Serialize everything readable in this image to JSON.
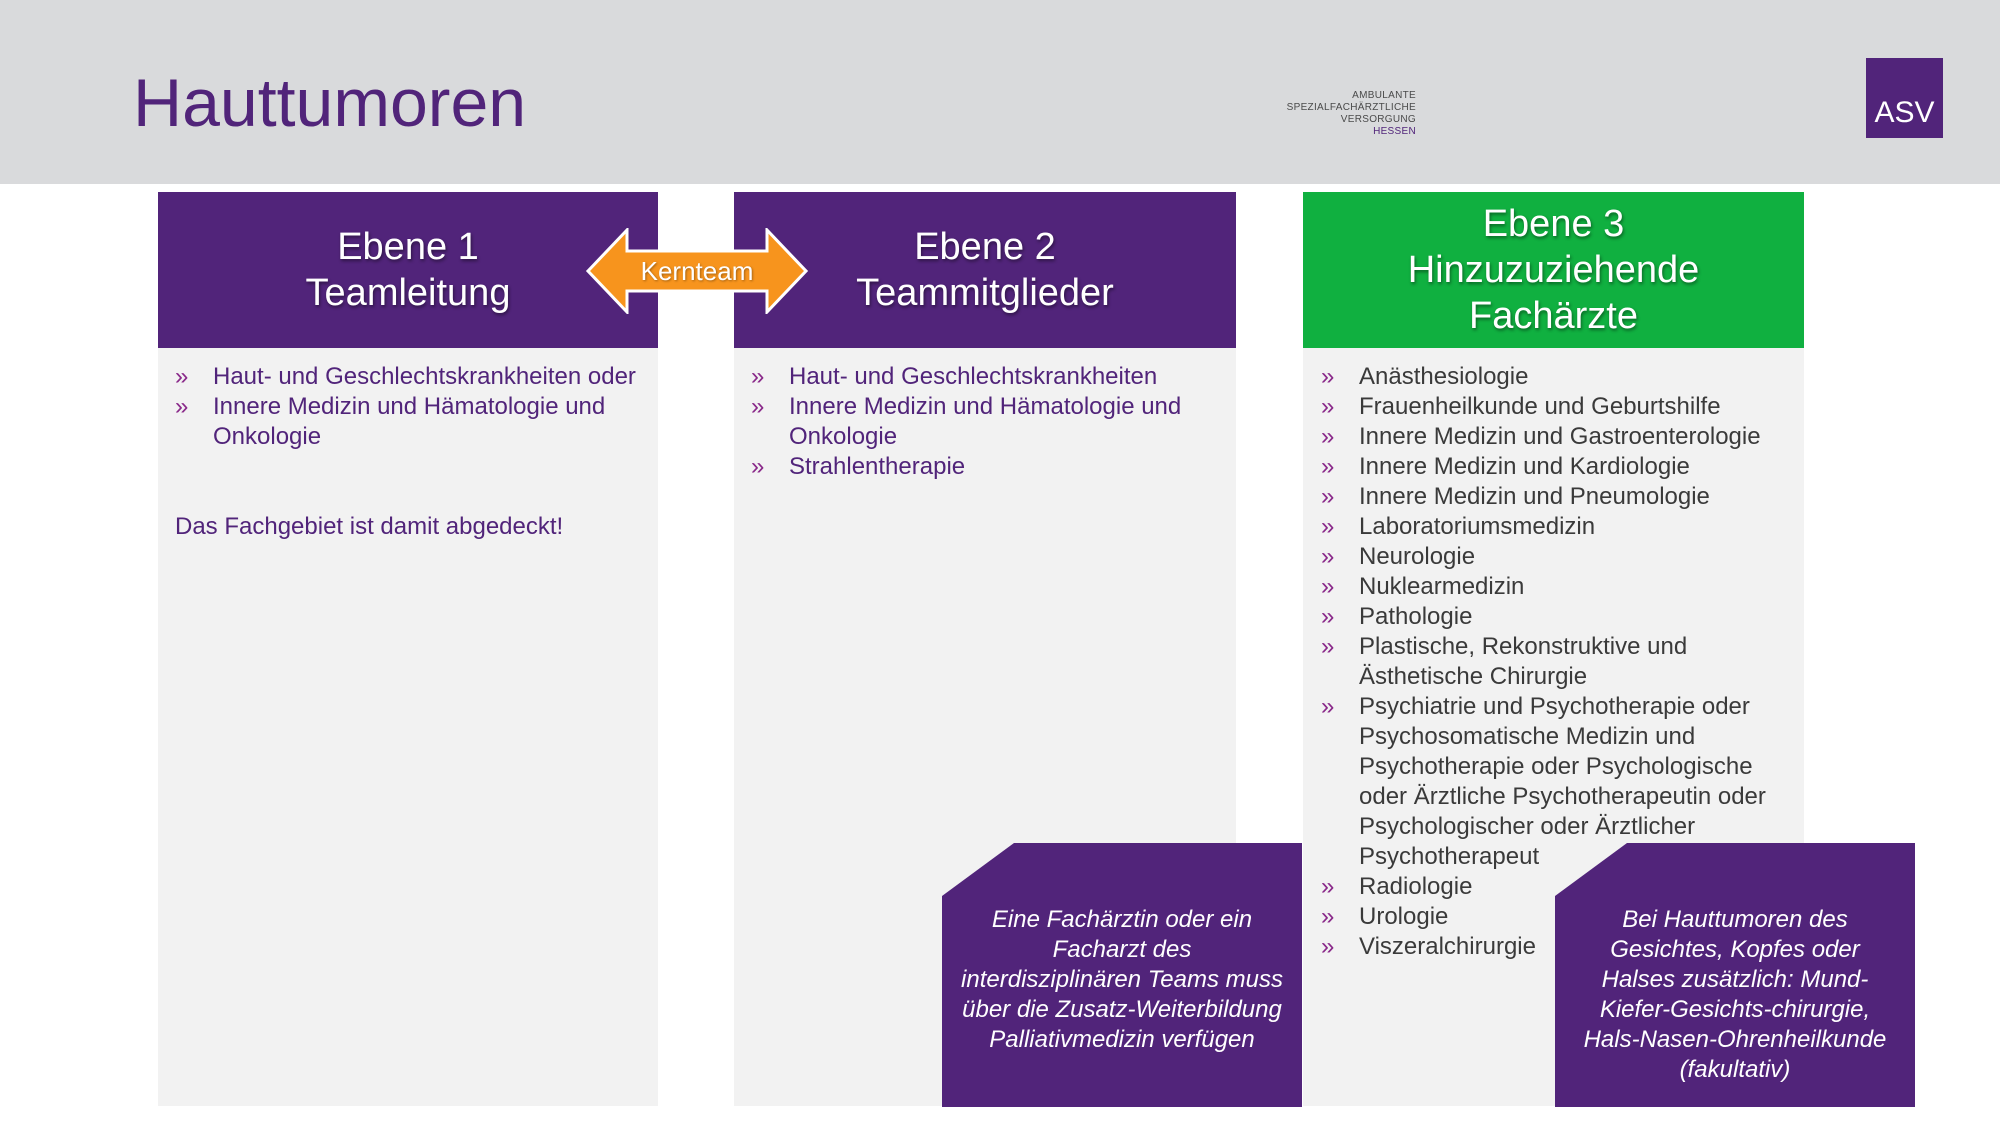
{
  "header": {
    "title": "Hauttumoren",
    "logo": {
      "lines": [
        "AMBULANTE",
        "SPEZIALFACHÄRZTLICHE",
        "VERSORGUNG",
        "HESSEN"
      ],
      "badge": "ASV"
    }
  },
  "connector": {
    "label": "Kernteam"
  },
  "columns": [
    {
      "title_line1": "Ebene 1",
      "title_line2": "Teamleitung",
      "items": [
        "Haut- und Geschlechtskrankheiten oder",
        "Innere Medizin und Hämatologie und Onkologie"
      ],
      "note": "Das Fachgebiet ist damit abgedeckt!"
    },
    {
      "title_line1": "Ebene 2",
      "title_line2": "Teammitglieder",
      "items": [
        "Haut- und Geschlechtskrankheiten",
        "Innere Medizin und Hämatologie und Onkologie",
        "Strahlentherapie"
      ]
    },
    {
      "title_line1": "Ebene 3",
      "title_line2": "Hinzuzuziehende",
      "title_line3": "Fachärzte",
      "items": [
        "Anästhesiologie",
        "Frauenheilkunde und Geburtshilfe",
        "Innere Medizin und Gastroenterologie",
        "Innere Medizin und Kardiologie",
        "Innere Medizin und Pneumologie",
        "Laboratoriumsmedizin",
        "Neurologie",
        "Nuklearmedizin",
        "Pathologie",
        "Plastische, Rekonstruktive und Ästhetische Chirurgie",
        "Psychiatrie und Psychotherapie oder Psychosomatische Medizin und Psychotherapie oder Psychologische oder Ärztliche Psychotherapeutin oder Psychologischer oder Ärztlicher Psychotherapeut",
        "Radiologie",
        "Urologie",
        "Viszeralchirurgie"
      ]
    }
  ],
  "callouts": [
    {
      "text": "Eine Fachärztin oder ein Facharzt des interdisziplinären Teams muss über die Zusatz-Weiterbildung Palliativmedizin verfügen"
    },
    {
      "text": "Bei Hauttumoren des Gesichtes, Kopfes oder Halses zusätzlich: Mund-Kiefer-Gesichts-chirurgie, Hals-Nasen-Ohrenheilkunde (fakultativ)"
    }
  ],
  "bullet_glyph": "»",
  "colors": {
    "header_bg": "#d9dadc",
    "brand_purple": "#51247a",
    "level3_green": "#10b040",
    "arrow_orange": "#f7941d",
    "body_bg": "#f2f2f2"
  }
}
